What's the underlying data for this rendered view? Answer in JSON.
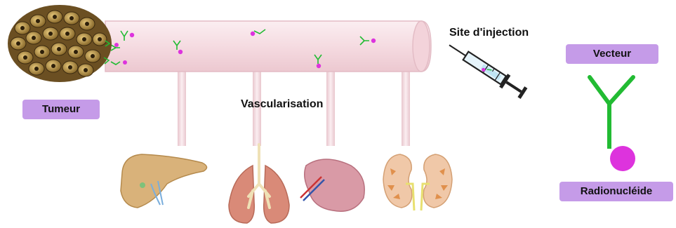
{
  "labels": {
    "tumor": "Tumeur",
    "vascularisation": "Vascularisation",
    "injection_site": "Site d'injection",
    "vector": "Vecteur",
    "radionuclide": "Radionucléide"
  },
  "colors": {
    "pill": "#c59be8",
    "vessel": "#f6dde2",
    "vessel_border": "#e6c3ca",
    "antibody": "#22bb33",
    "radionuclide": "#dd33dd"
  },
  "organs": [
    "liver-icon",
    "lungs-icon",
    "spleen-icon",
    "kidneys-icon"
  ]
}
